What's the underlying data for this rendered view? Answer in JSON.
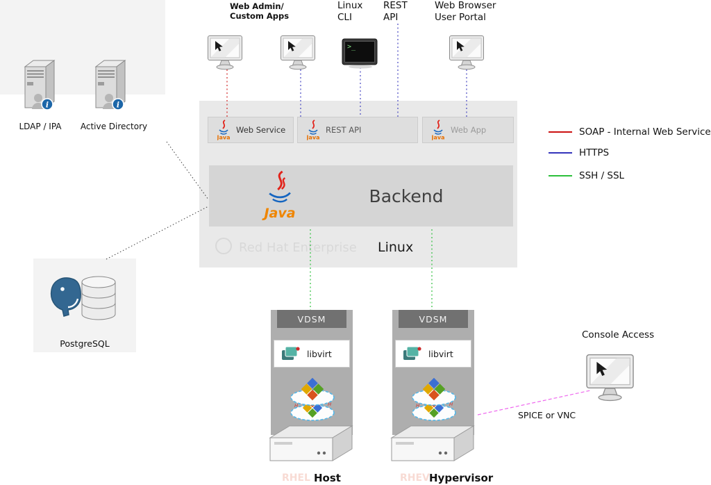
{
  "colors": {
    "soap": "#cc1111",
    "https": "#3333bb",
    "ssh": "#2bbf3a",
    "spice": "#ee66ee",
    "link_gray": "#3a3a3a"
  },
  "top_clients": {
    "web_admin": {
      "line1": "Web Admin/",
      "line2": "Custom Apps"
    },
    "linux_cli": {
      "line1": "Linux",
      "line2": "CLI"
    },
    "rest_api": {
      "line1": "REST",
      "line2": "API"
    },
    "user_portal": {
      "line1": "Web Browser",
      "line2": "User Portal"
    }
  },
  "identity": {
    "ldap": "LDAP / IPA",
    "ad": "Active Directory"
  },
  "database": {
    "name": "PostgreSQL"
  },
  "middleware": {
    "services": [
      {
        "label": "Web Service"
      },
      {
        "label": "REST API"
      },
      {
        "label": "Web App"
      }
    ],
    "java_label": "Java",
    "backend_label": "Backend",
    "os_label": "Linux",
    "watermark": "Red Hat Enterprise"
  },
  "hosts": [
    {
      "agent": "VDSM",
      "virt": "libvirt",
      "faded_prefix": "RHEL",
      "label": "Host"
    },
    {
      "agent": "VDSM",
      "virt": "libvirt",
      "faded_prefix": "RHEV",
      "label": "Hypervisor"
    }
  ],
  "legend": {
    "items": [
      {
        "color": "#cc1111",
        "label": "SOAP - Internal Web Service"
      },
      {
        "color": "#3333bb",
        "label": "HTTPS"
      },
      {
        "color": "#2bbf3a",
        "label": "SSH / SSL"
      }
    ]
  },
  "console": {
    "label": "Console Access",
    "protocol": "SPICE or VNC"
  }
}
